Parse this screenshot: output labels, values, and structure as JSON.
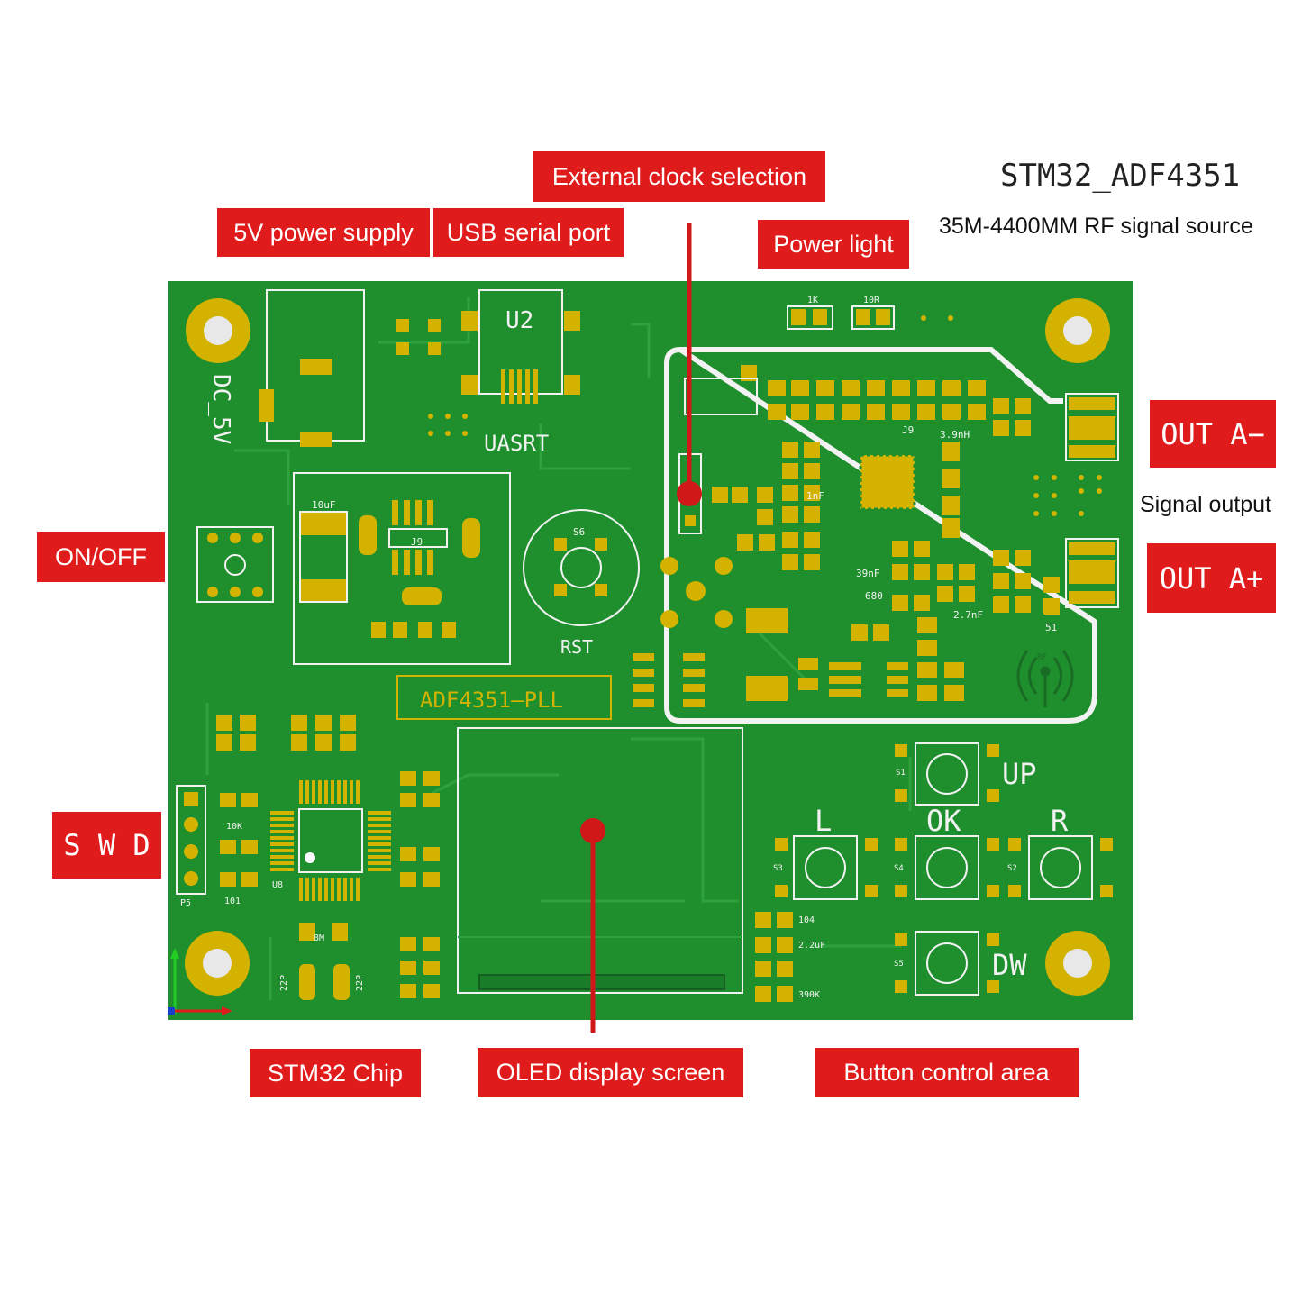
{
  "header": {
    "title": "STM32_ADF4351",
    "subtitle": "35M-4400MM  RF signal source"
  },
  "callouts": {
    "external_clock": "External clock selection",
    "power_supply_5v": "5V power supply",
    "usb_serial": "USB serial port",
    "power_light": "Power light",
    "on_off": "ON/OFF",
    "swd": "S W D",
    "out_a_minus": "OUT A−",
    "out_a_plus": "OUT A+",
    "signal_output": "Signal output",
    "stm32_chip": "STM32  Chip",
    "oled_display": "OLED display screen",
    "button_area": "Button control area"
  },
  "board": {
    "silk_dc5v": "DC_5V",
    "silk_u2": "U2",
    "silk_uasrt": "UASRT",
    "silk_rst": "RST",
    "silk_adf_pll": "ADF4351–PLL",
    "silk_up": "UP",
    "silk_l": "L",
    "silk_ok": "OK",
    "silk_r": "R",
    "silk_dw": "DW",
    "silk_j9": "J9",
    "silk_s6": "S6",
    "silk_s1": "S1",
    "silk_s2": "S2",
    "silk_s3": "S3",
    "silk_s4": "S4",
    "silk_s5": "S5",
    "silk_u8": "U8",
    "silk_p5": "P5",
    "silk_8m": "8M",
    "silk_22p_a": "22P",
    "silk_22p_b": "22P",
    "silk_104": "104",
    "silk_10k": "10K",
    "silk_101": "101",
    "silk_10uf": "10uF",
    "silk_22uf": "2.2uF",
    "silk_390k": "390K",
    "silk_1nf": "1nF",
    "silk_39nf": "39nF",
    "silk_680": "680",
    "silk_27nf": "2.7nF",
    "silk_39nh": "3.9nH",
    "silk_51": "51",
    "silk_10r": "10R",
    "silk_1k": "1K",
    "silk_rf": "RF"
  },
  "colors": {
    "board_green": "#1f8f2e",
    "trace_green": "#2a9c38",
    "pad_gold": "#d4b300",
    "silk_white": "#f2f2f2",
    "callout_red": "#e01b1b",
    "leader_red": "#d01818"
  }
}
